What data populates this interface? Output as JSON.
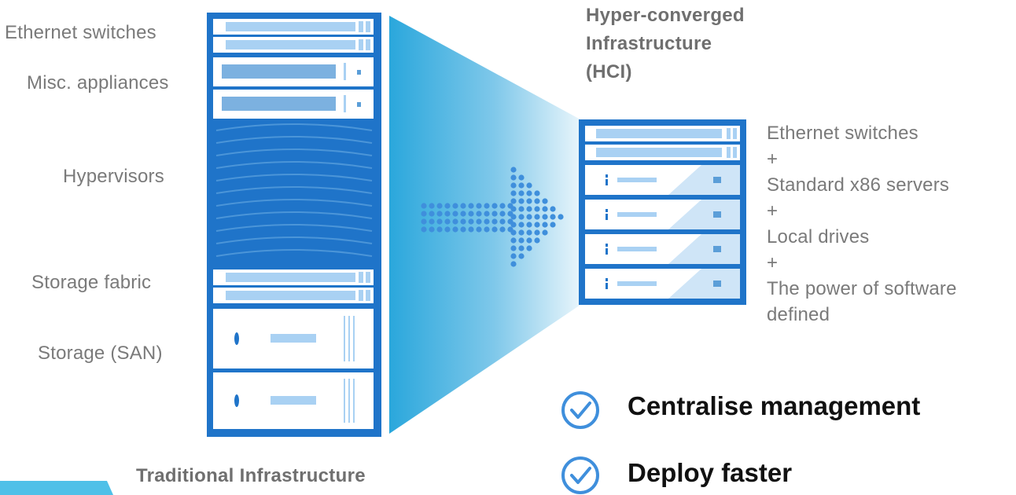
{
  "colors": {
    "rack": "#1f74c9",
    "panel": "#ffffff",
    "strip": "#a9d1f3",
    "accent": "#3aa3dd",
    "text": "#7a7a7a"
  },
  "traditional": {
    "title": "Traditional Infrastructure",
    "labels": {
      "ethernet": "Ethernet switches",
      "misc": "Misc. appliances",
      "hypervisors": "Hypervisors",
      "storage_fabric": "Storage fabric",
      "storage_san": "Storage (SAN)"
    }
  },
  "hci": {
    "title_lines": [
      "Hyper-converged",
      "Infrastructure",
      "(HCI)"
    ],
    "components": [
      "Ethernet switches",
      "+",
      "Standard x86 servers",
      "+",
      "Local drives",
      "+",
      "The power of software",
      "defined"
    ]
  },
  "benefits": [
    {
      "icon": "check-circle-icon",
      "label": "Centralise management"
    },
    {
      "icon": "check-circle-icon",
      "label": "Deploy faster"
    }
  ]
}
